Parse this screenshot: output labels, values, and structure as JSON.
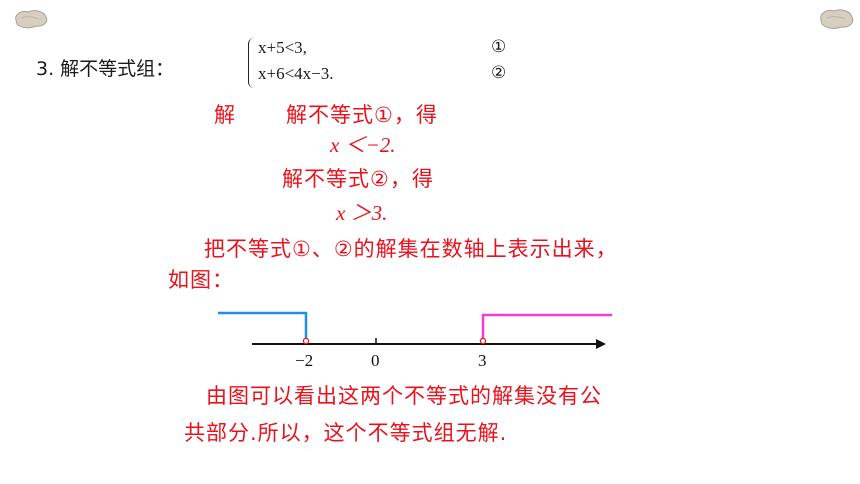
{
  "problem": {
    "label": "3. 解不等式组：",
    "eq1": "x+5<3,",
    "eq2": "x+6<4x−3.",
    "mark1": "①",
    "mark2": "②"
  },
  "solution": {
    "jie": "解",
    "step1": "解不等式①，得",
    "result1": "x ＜−2.",
    "step2": "解不等式②，得",
    "result2": "x ＞3.",
    "step3a": "把不等式①、②的解集在数轴上表示出来，",
    "step3b": "如图：",
    "conclusion_a": "由图可以看出这两个不等式的解集没有公",
    "conclusion_b": "共部分.所以，这个不等式组无解."
  },
  "number_line": {
    "tick_labels": [
      "−2",
      "0",
      "3"
    ],
    "left_ray_color": "#1e90e8",
    "right_ray_color": "#f23cd2",
    "point_color": "#e8121c"
  }
}
